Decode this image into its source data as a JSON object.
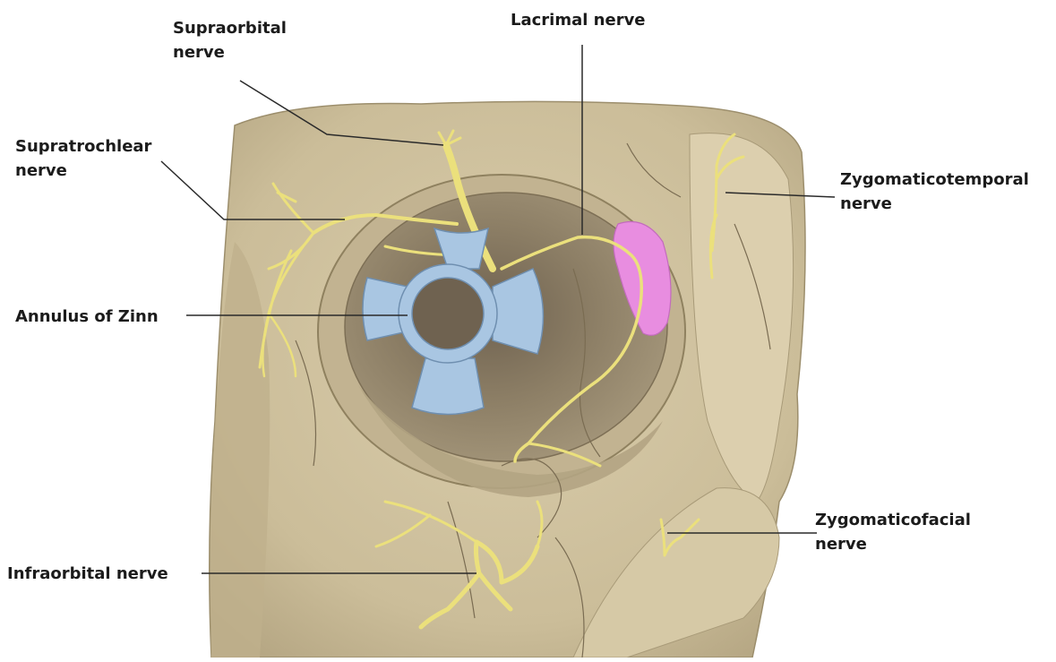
{
  "labels": {
    "supraorbital": {
      "line1": "Supraorbital",
      "line2": "nerve"
    },
    "lacrimal": {
      "line1": "Lacrimal nerve"
    },
    "supratrochlear": {
      "line1": "Supratrochlear",
      "line2": "nerve"
    },
    "zygomaticotemporal": {
      "line1": "Zygomaticotemporal",
      "line2": "nerve"
    },
    "annulus": {
      "line1": "Annulus of Zinn"
    },
    "zygomaticofacial": {
      "line1": "Zygomaticofacial",
      "line2": "nerve"
    },
    "infraorbital": {
      "line1": "Infraorbital nerve"
    }
  },
  "colors": {
    "background": "#ffffff",
    "bone": "#d3c6a4",
    "bone_shadow": "#bdae89",
    "orbit_cavity": "#9b8c70",
    "orbit_deep": "#7f7159",
    "nerve": "#ebe07c",
    "nerve_outline": "#a89c40",
    "annulus": "#a9c6e2",
    "annulus_outline": "#6f8fb0",
    "lacrimal_gland": "#e88de0",
    "leader_line": "#2a2a2a",
    "label_text": "#1b1b1b"
  }
}
